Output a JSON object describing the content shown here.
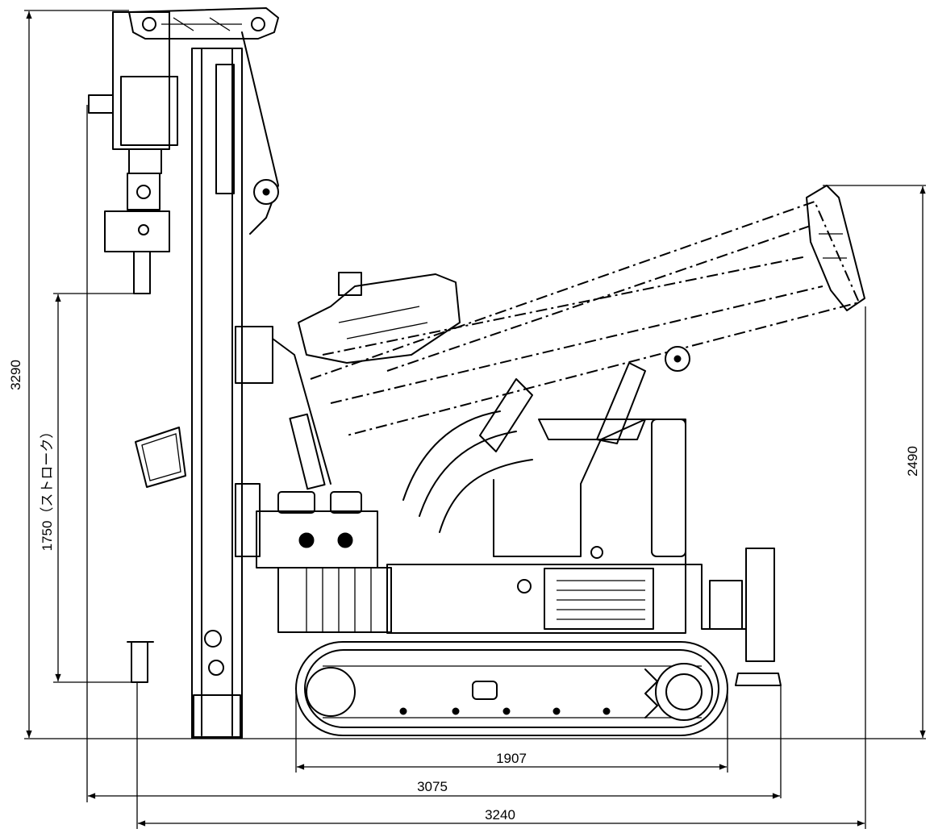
{
  "dimensions": {
    "overall_height": "3290",
    "stroke": "1750（ストローク）",
    "mast_tilt_height": "2490",
    "crawler_length": "1907",
    "overall_length_standard": "3075",
    "overall_length_max": "3240"
  },
  "colors": {
    "ink": "#000000",
    "paper": "#ffffff"
  }
}
